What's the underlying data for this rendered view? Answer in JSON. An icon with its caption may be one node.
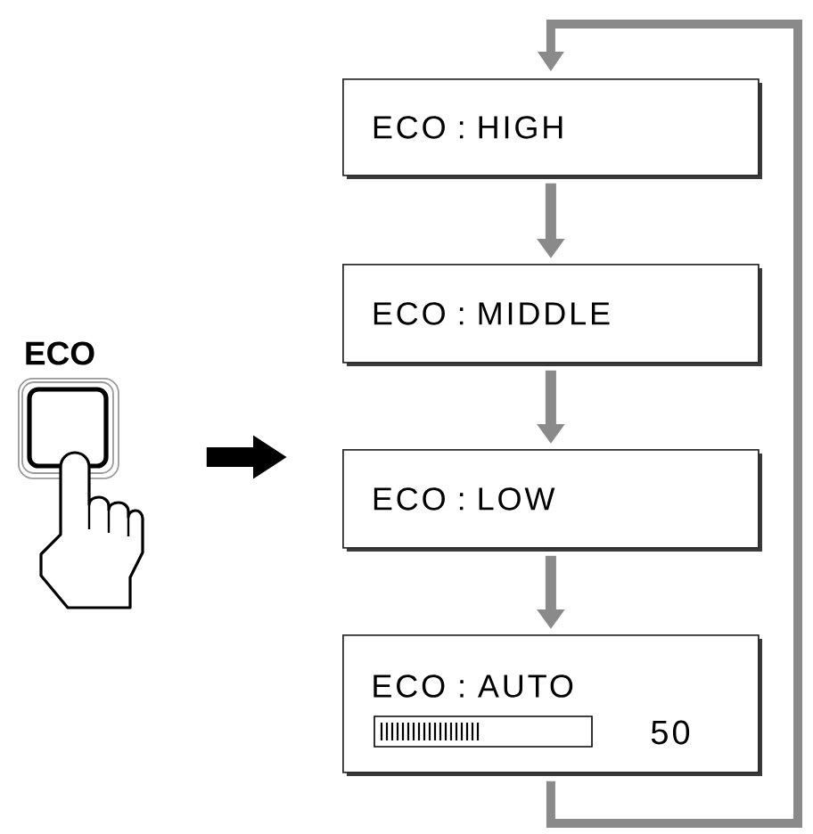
{
  "diagram": {
    "nodes": [
      {
        "text": [
          "ECO"
        ]
      },
      {
        "text": [
          "ECO : HIGH"
        ]
      },
      {
        "text": [
          "ECO : MIDDLE"
        ]
      },
      {
        "text": [
          "ECO : LOW"
        ]
      },
      {
        "text": [
          "ECO : AUTO",
          "50"
        ]
      }
    ],
    "edges": [
      {
        "from": 0,
        "to": 3,
        "arrow": "to",
        "style": "thick",
        "color": "#000000"
      },
      {
        "from": 1,
        "to": 2,
        "arrow": "to"
      },
      {
        "from": 2,
        "to": 3,
        "arrow": "to"
      },
      {
        "from": 3,
        "to": 4,
        "arrow": "to"
      },
      {
        "from": 4,
        "to": 1,
        "arrow": "to"
      }
    ]
  }
}
